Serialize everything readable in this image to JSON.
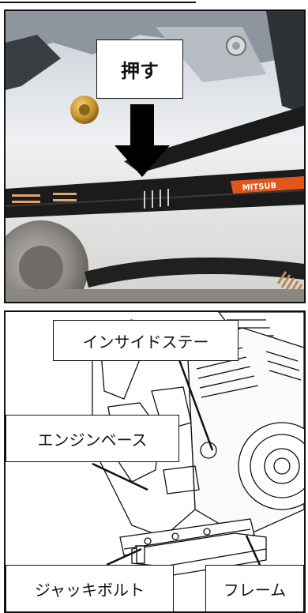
{
  "photo": {
    "callout_push": "押す",
    "belt_marking": "MITSUB"
  },
  "drawing": {
    "labels": {
      "inside_stay": "インサイドステー",
      "engine_base": "エンジンベース",
      "jack_bolt": "ジャッキボルト",
      "frame": "フレーム"
    }
  },
  "colors": {
    "belt": "#1b1b1b",
    "belt_label": "#e2561c",
    "arrow": "#000000"
  }
}
